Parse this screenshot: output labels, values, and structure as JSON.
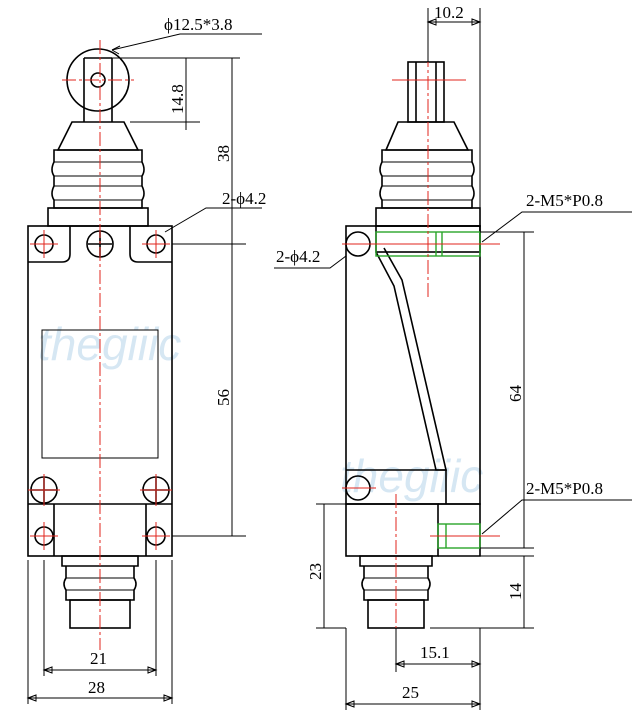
{
  "dimensions": {
    "roller": "ϕ12.5*3.8",
    "roller_height": "14.8",
    "plunger_height": "38",
    "mount_hole_top": "2-ϕ4.2",
    "body_height": "56",
    "base_width": "21",
    "total_width": "28",
    "side_width": "10.2",
    "thread_top": "2-M5*P0.8",
    "mount_hole_side": "2-ϕ4.2",
    "thread_spacing": "64",
    "thread_bottom": "2-M5*P0.8",
    "lower_height": "23",
    "bottom_offset": "14",
    "side_offset": "15.1",
    "side_depth": "25"
  },
  "watermark": {
    "left": "thegiiic",
    "right": "thegiiic"
  },
  "colors": {
    "center_line": "#e0241c",
    "thread": "#2aa52a",
    "outline": "#000000",
    "watermark": "#c9dff0"
  }
}
